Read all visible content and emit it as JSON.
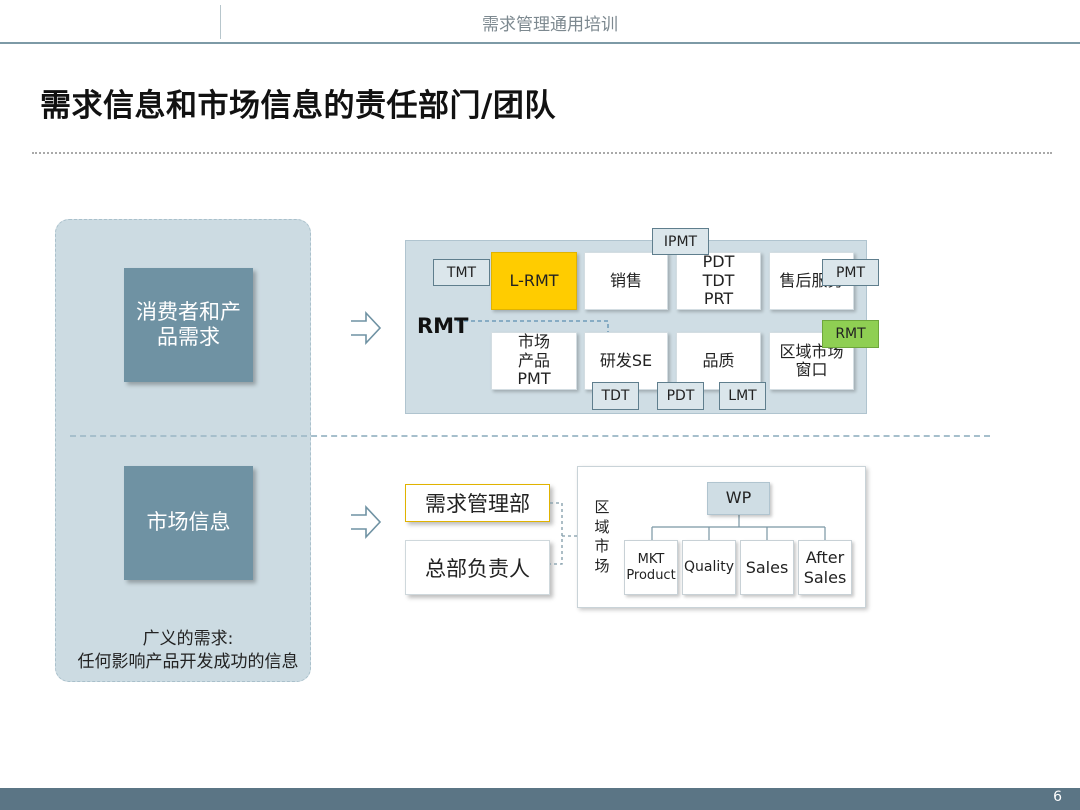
{
  "header": {
    "title": "需求管理通用培训"
  },
  "page_title": "需求信息和市场信息的责任部门/团队",
  "left": {
    "box_top": "消费者和产品需求",
    "box_bottom": "市场信息",
    "caption_line1": "广义的需求:",
    "caption_line2": "任何影响产品开发成功的信息"
  },
  "rmt": {
    "label": "RMT",
    "ipmt": "IPMT",
    "tmt": "TMT",
    "lrmt": "L-RMT",
    "sales": "销售",
    "pdt_group": [
      "PDT",
      "TDT",
      "PRT"
    ],
    "after_sales": "售后服务",
    "pmt_tag": "PMT",
    "market_product": [
      "市场",
      "产品",
      "PMT"
    ],
    "rnd": "研发SE",
    "quality": "品质",
    "region_window": [
      "区域市场",
      "窗口"
    ],
    "rmt_tag": "RMT",
    "bottom_tags": [
      "TDT",
      "PDT",
      "LMT"
    ]
  },
  "market": {
    "dept": "需求管理部",
    "hq": "总部负责人",
    "region_chars": [
      "区",
      "域",
      "市",
      "场"
    ],
    "wp": "WP",
    "units": [
      {
        "lines": [
          "MKT",
          "Product"
        ]
      },
      {
        "lines": [
          "Quality"
        ]
      },
      {
        "lines": [
          "Sales"
        ]
      },
      {
        "lines": [
          "After",
          "Sales"
        ]
      }
    ]
  },
  "colors": {
    "accent_yellow": "#ffcc00",
    "accent_green": "#8fcf53",
    "slate": "#6f92a3"
  },
  "footer": {
    "page_number": "6"
  }
}
